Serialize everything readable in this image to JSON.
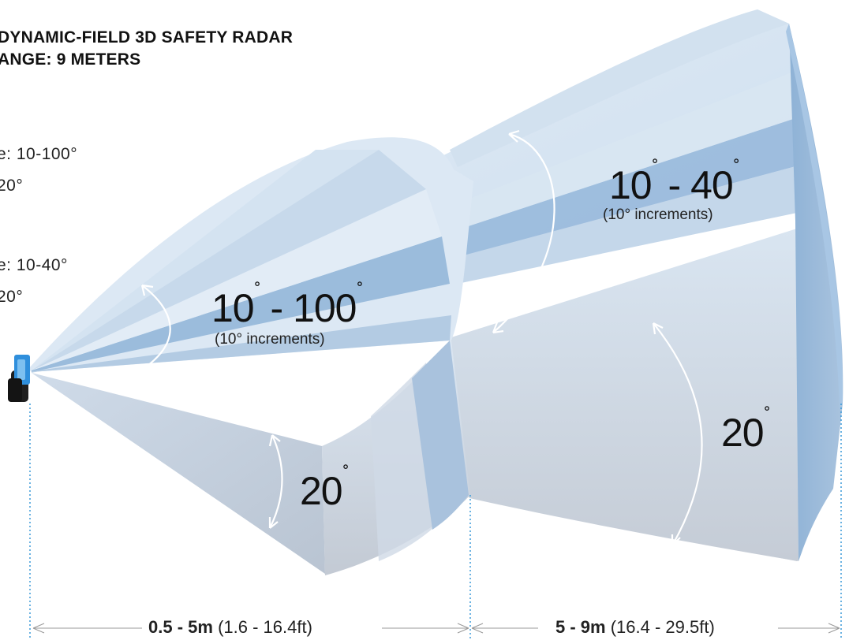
{
  "header": {
    "line1": "DYNAMIC-FIELD 3D SAFETY RADAR",
    "line2": "ANGE: 9 METERS"
  },
  "side_notes": [
    {
      "line1": "e: 10-100°",
      "line2": "20°"
    },
    {
      "line1": "e: 10-40°",
      "line2": "20°"
    }
  ],
  "near_zone": {
    "horizontal_angle": "10",
    "horizontal_angle_end": "100",
    "horizontal_increment": "(10° increments)",
    "vertical_angle": "20",
    "range_bold": "0.5 - 5m",
    "range_imperial": "(1.6 - 16.4ft)"
  },
  "far_zone": {
    "horizontal_angle": "10",
    "horizontal_angle_end": "40",
    "horizontal_increment": "(10° increments)",
    "vertical_angle": "20",
    "range_bold": "5 - 9m",
    "range_imperial": "(16.4 - 29.5ft)"
  },
  "degree_symbol": "˚",
  "dash": " - ",
  "colors": {
    "field_light": "#dce8f4",
    "field_mid": "#bcd3ea",
    "field_dark": "#8fb3d8",
    "field_shadow": "#c7cfd9",
    "guide_line": "#3b9ad9",
    "arrow": "#ffffff",
    "sensor": "#2f8fdc"
  }
}
